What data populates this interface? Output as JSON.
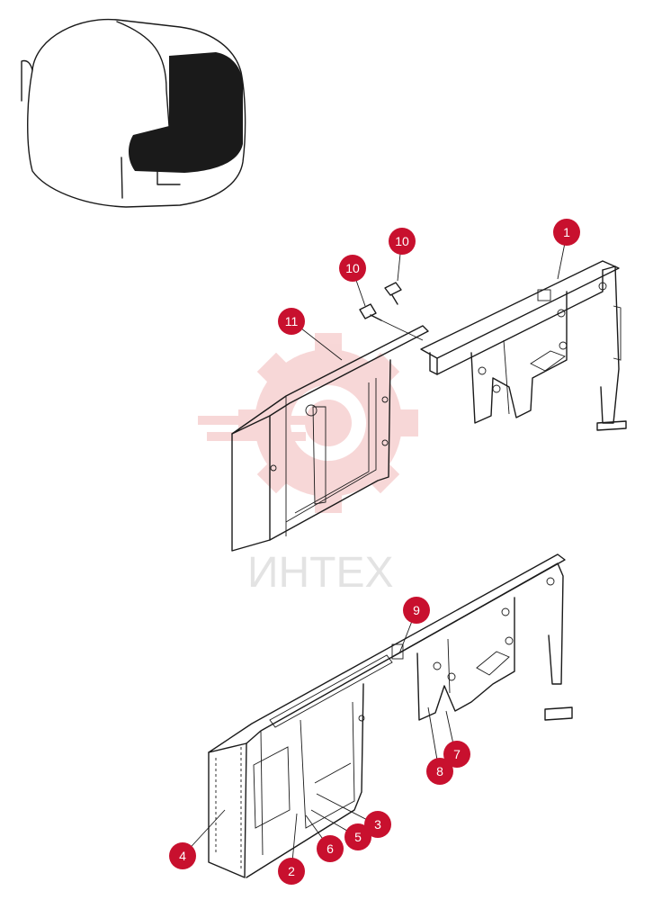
{
  "watermark": {
    "text": "ИНТЕХ",
    "color": "#f2b8b8"
  },
  "callouts": [
    {
      "id": "c1",
      "label": "1"
    },
    {
      "id": "c10a",
      "label": "10"
    },
    {
      "id": "c10b",
      "label": "10"
    },
    {
      "id": "c11",
      "label": "11"
    },
    {
      "id": "c9",
      "label": "9"
    },
    {
      "id": "c7",
      "label": "7"
    },
    {
      "id": "c8",
      "label": "8"
    },
    {
      "id": "c3",
      "label": "3"
    },
    {
      "id": "c5",
      "label": "5"
    },
    {
      "id": "c6",
      "label": "6"
    },
    {
      "id": "c4",
      "label": "4"
    },
    {
      "id": "c2",
      "label": "2"
    }
  ],
  "colors": {
    "callout": "#c8102e",
    "line": "#1a1a1a",
    "seat": "#1a1a1a"
  }
}
